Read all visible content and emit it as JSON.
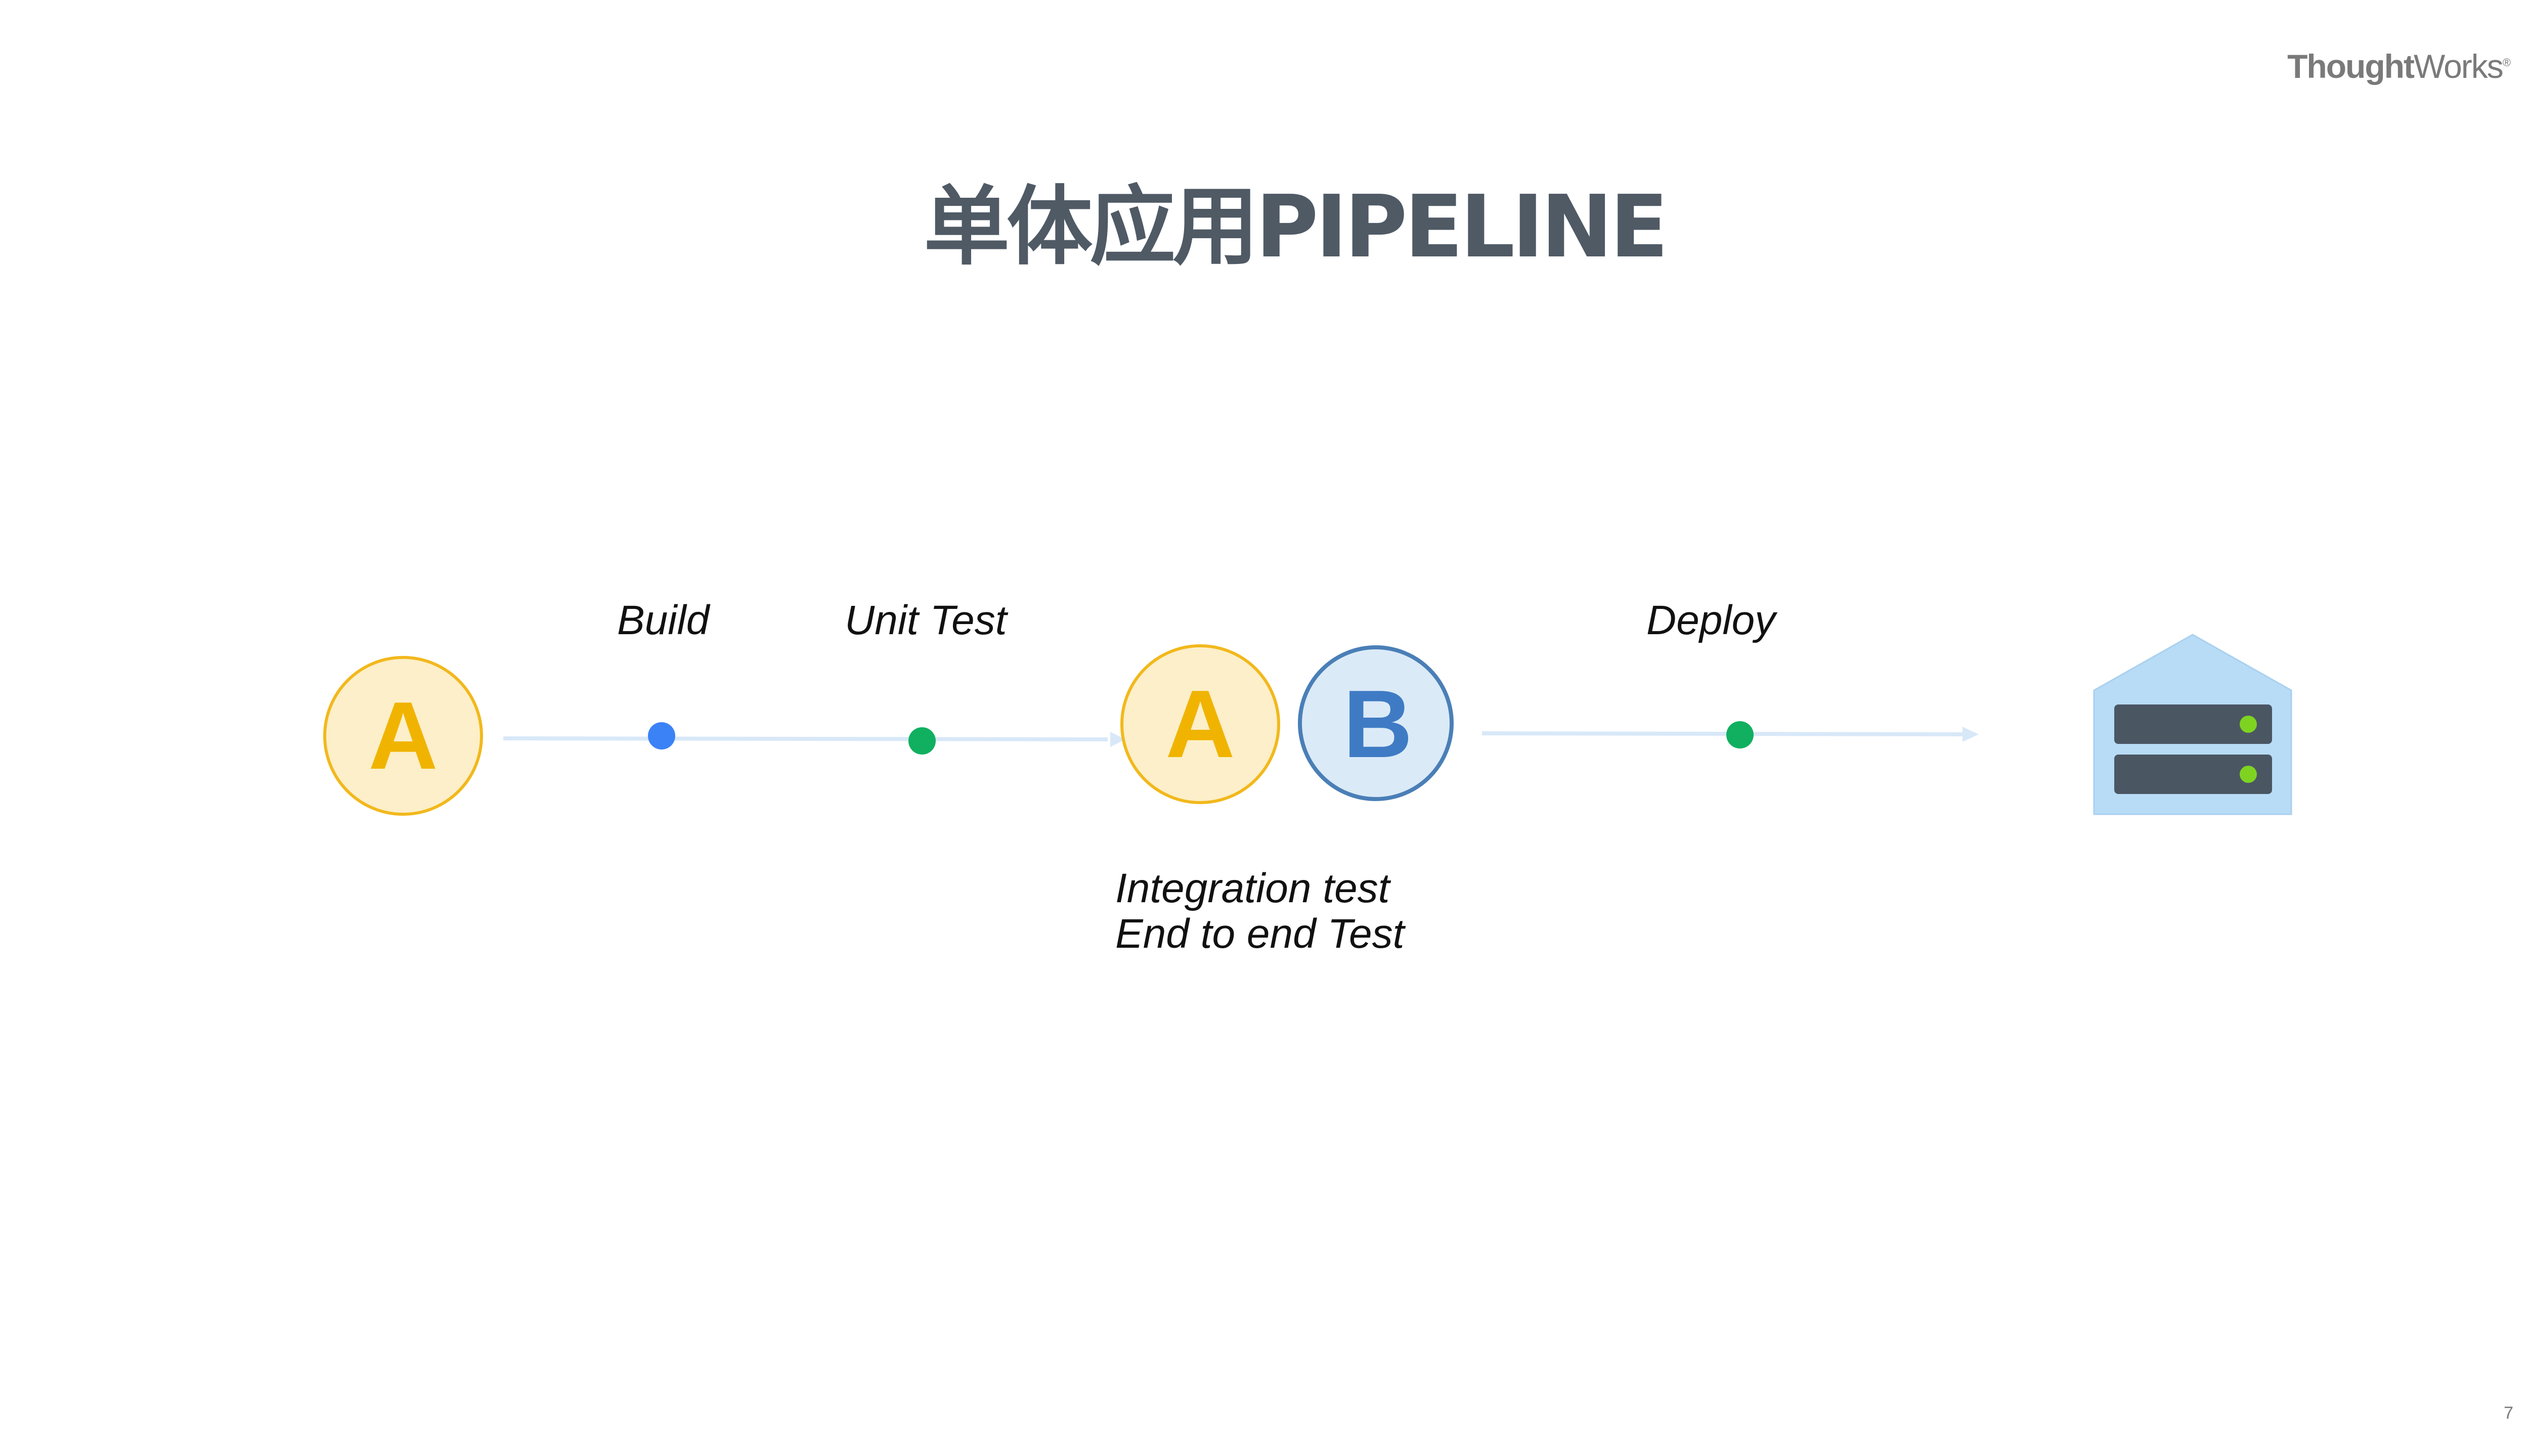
{
  "brand": {
    "name_bold": "Thought",
    "name_light": "Works",
    "mark": "®"
  },
  "title": "单体应用PIPELINE",
  "page_number": "7",
  "stages": {
    "build": "Build",
    "unit_test": "Unit Test",
    "integration_test": "Integration test",
    "e2e_test": "End to end Test",
    "deploy": "Deploy"
  },
  "nodes": {
    "service_a_label": "A",
    "service_b_label": "B"
  },
  "icons": {
    "target": "server-rack-icon"
  },
  "colors": {
    "title": "#4f5a65",
    "node_a_fill": "#fcefc9",
    "node_a_stroke": "#f2b81c",
    "node_a_text": "#f0b400",
    "node_b_fill": "#dbeaf7",
    "node_b_stroke": "#4a7fb7",
    "node_b_text": "#3f7bc4",
    "connector": "#d8e8f8",
    "dot_build": "#3b82f6",
    "dot_test": "#10b060",
    "server_body": "#b8dcf6",
    "server_unit": "#4b5663",
    "server_led": "#7ed321"
  }
}
